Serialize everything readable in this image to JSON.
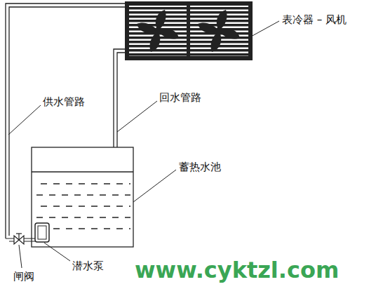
{
  "diagram": {
    "labels": [
      "表冷器 – 风机",
      "供水管路",
      "回水管路",
      "蓄热水池",
      "闸阀",
      "潜水泵",
      "www.cyktzl.com"
    ]
  }
}
